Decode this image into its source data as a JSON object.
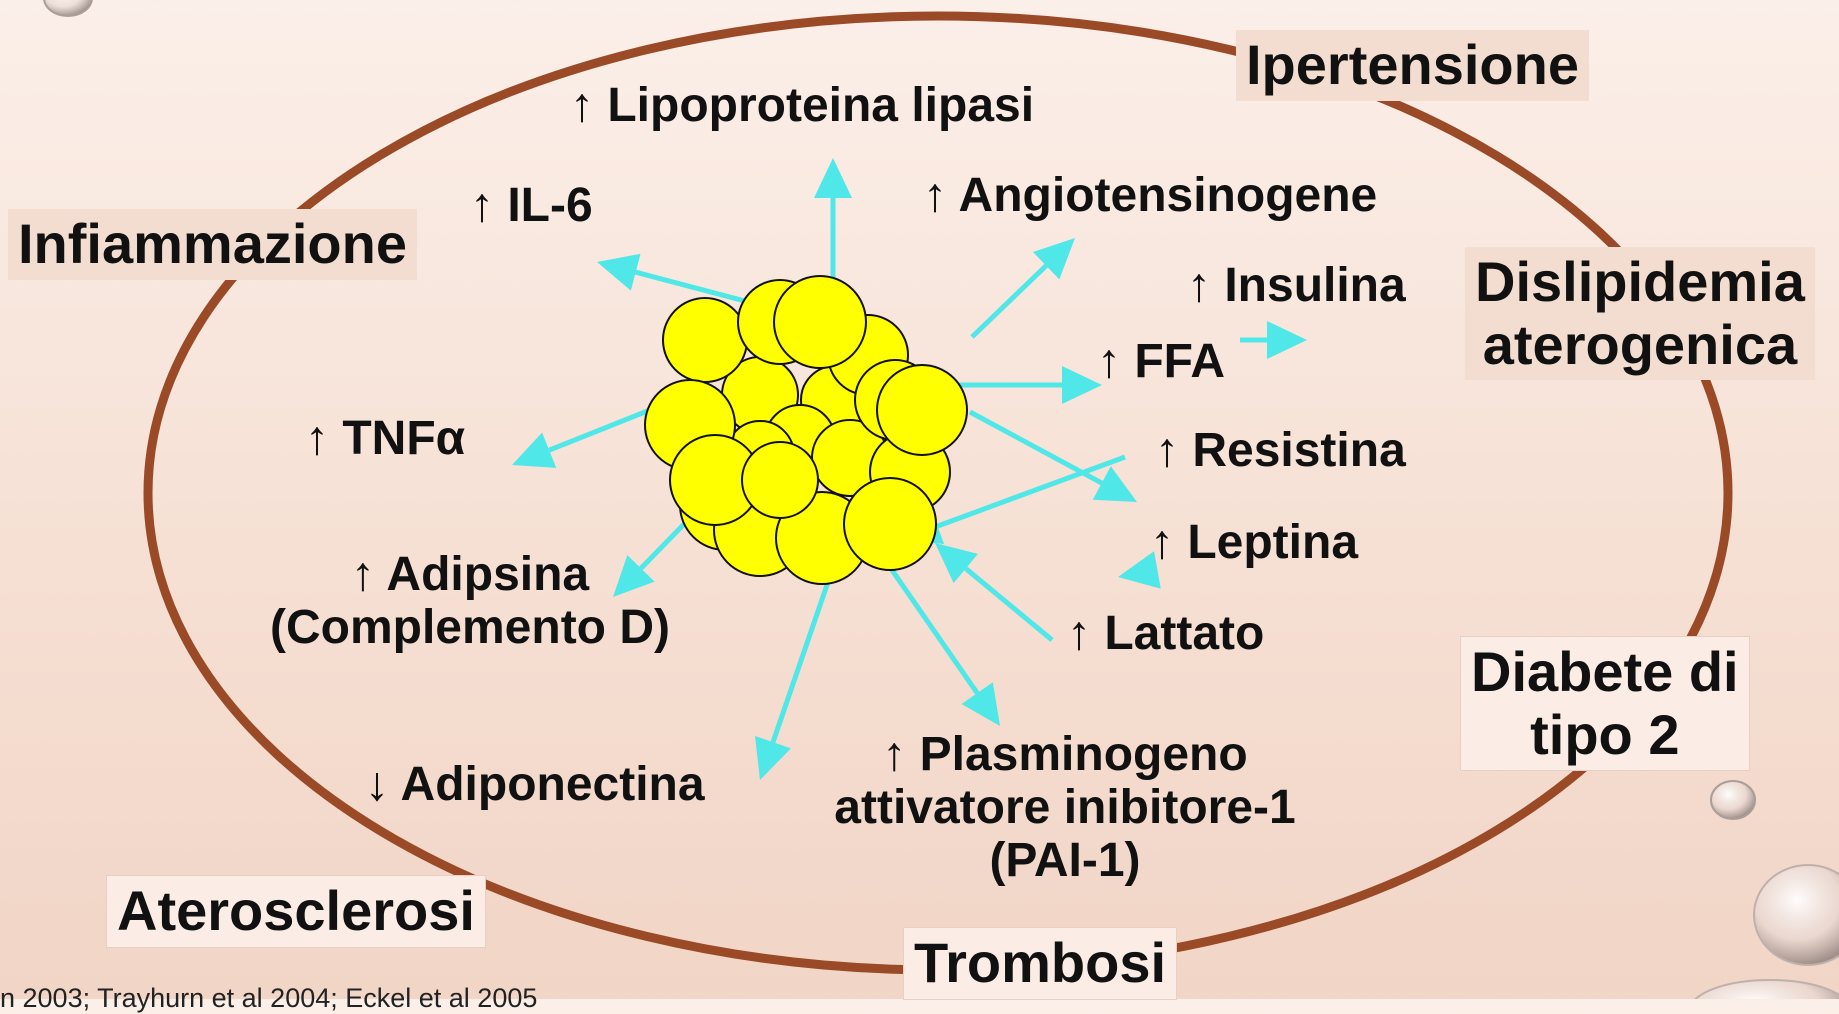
{
  "factors": {
    "lipoproteina": "↑ Lipoproteina lipasi",
    "il6": "↑ IL-6",
    "angiotensinogene": "↑ Angiotensinogene",
    "insulina": "↑ Insulina",
    "ffa": "↑ FFA",
    "tnf": "↑ TNFα",
    "resistina": "↑ Resistina",
    "leptina": "↑ Leptina",
    "adipsina_line1": "↑ Adipsina",
    "adipsina_line2": "(Complemento D)",
    "lattato": "↑ Lattato",
    "adiponectina": "↓ Adiponectina",
    "pai_line1": "↑ Plasminogeno",
    "pai_line2": "attivatore inibitore-1",
    "pai_line3": "(PAI-1)"
  },
  "conditions": {
    "ipertensione": "Ipertensione",
    "infiammazione": "Infiammazione",
    "dislipidemia_line1": "Dislipidemia",
    "dislipidemia_line2": "aterogenica",
    "diabete_line1": "Diabete di",
    "diabete_line2": "tipo 2",
    "aterosclerosi": "Aterosclerosi",
    "trombosi": "Trombosi"
  },
  "reference": "n 2003; Trayhurn et al 2004; Eckel et al 2005",
  "colors": {
    "background": "#f6e2d7",
    "ellipse": "#9a4a26",
    "arrow": "#4fe7e7",
    "cell_fill": "#ffff00",
    "cell_stroke": "#111111",
    "label_box": "#f3ddd1"
  }
}
